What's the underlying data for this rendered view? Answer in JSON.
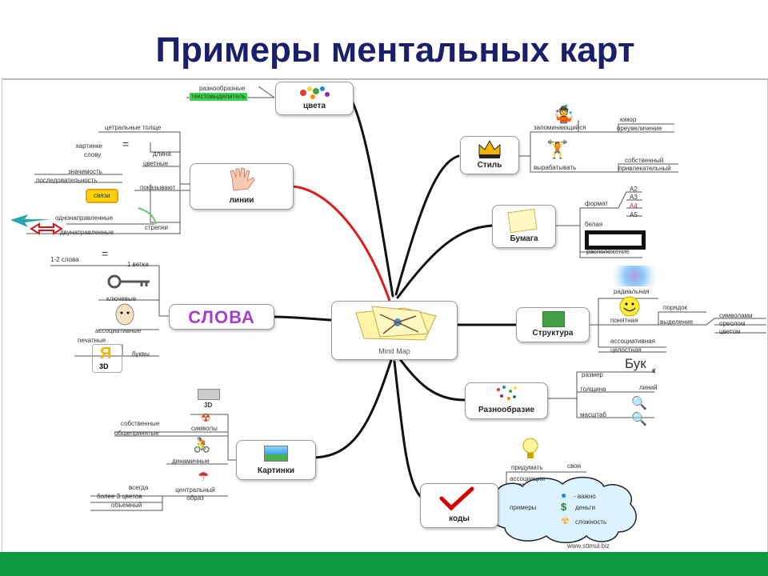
{
  "slide_title": "Примеры ментальных карт",
  "center": {
    "label": "Mind Map"
  },
  "branches": {
    "colors": {
      "label": "цвета",
      "leaves": [
        "разнообразные",
        "текстовыделитель"
      ]
    },
    "lines": {
      "label": "линии",
      "leaves": [
        "цетральные толще",
        "картинке",
        "слову",
        "длина",
        "цветные",
        "значимость",
        "последовательность",
        "связи",
        "показывают",
        "однонаправленные",
        "двунаправленные",
        "стрелки"
      ]
    },
    "words": {
      "label": "СЛОВА",
      "leaves": [
        "1-2 слова",
        "1 ветка",
        "ключевые",
        "ассоциативные",
        "печатные",
        "буквы",
        "3D"
      ]
    },
    "pictures": {
      "label": "Картинки",
      "leaves": [
        "3D",
        "символы",
        "собственные",
        "общепринятые",
        "динамичные",
        "всегда",
        "более 3 цветов",
        "объемный",
        "центральный образ"
      ]
    },
    "style": {
      "label": "Стиль",
      "leaves": [
        "запоминающийся",
        "юмор",
        "преувеличение",
        "вырабатывать",
        "собственный",
        "привлекательный"
      ]
    },
    "paper": {
      "label": "Бумага",
      "leaves": [
        "формат",
        "A2",
        "A3",
        "A4",
        "A5",
        "белая",
        "расположение"
      ]
    },
    "structure": {
      "label": "Структура",
      "leaves": [
        "радиальная",
        "понятная",
        "порядок",
        "выделение",
        "символами",
        "ореолом",
        "цветом",
        "ассоциативная",
        "целостная"
      ]
    },
    "variety": {
      "label": "Разнообразие",
      "leaves": [
        "размер",
        "Бук",
        "к",
        "толщина",
        "линий",
        "масштаб"
      ]
    },
    "codes": {
      "label": "коды",
      "leaves": [
        "придумать",
        "свои",
        "ассоциации",
        "примеры",
        "- важно",
        "деньги",
        "сложность"
      ]
    }
  },
  "symbols": {
    "equals": "="
  },
  "footer_url": "www.sttmul.biz",
  "colors": {
    "title": "#1a1f6b",
    "footer_bar": "#0f9a3f",
    "highlight_green": "#3cd24a",
    "highlight_yellow": "#ffd400",
    "red_branch": "#e01b1b",
    "cloud_fill": "#dcf3ff"
  }
}
